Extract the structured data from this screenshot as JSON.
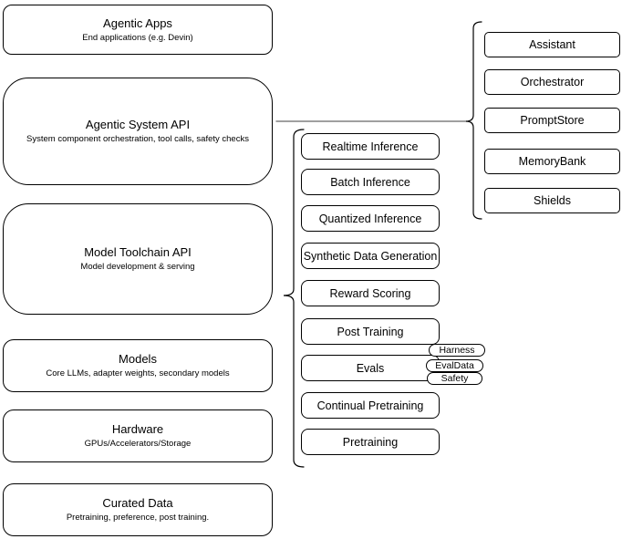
{
  "layers": [
    {
      "title": "Agentic Apps",
      "subtitle": "End applications (e.g. Devin)"
    },
    {
      "title": "Agentic System API",
      "subtitle": "System component orchestration, tool calls, safety checks"
    },
    {
      "title": "Model Toolchain API",
      "subtitle": "Model development & serving"
    },
    {
      "title": "Models",
      "subtitle": "Core LLMs, adapter weights, secondary models"
    },
    {
      "title": "Hardware",
      "subtitle": "GPUs/Accelerators/Storage"
    },
    {
      "title": "Curated Data",
      "subtitle": "Pretraining, preference, post training."
    }
  ],
  "toolchain_services": [
    "Realtime Inference",
    "Batch Inference",
    "Quantized Inference",
    "Synthetic Data Generation",
    "Reward Scoring",
    "Post Training",
    "Evals",
    "Continual Pretraining",
    "Pretraining"
  ],
  "eval_tags": [
    "Harness",
    "EvalData",
    "Safety"
  ],
  "system_components": [
    "Assistant",
    "Orchestrator",
    "PromptStore",
    "MemoryBank",
    "Shields"
  ],
  "colors": {
    "stroke": "#000000",
    "connector": "#808080",
    "background": "#ffffff",
    "text": "#000000"
  }
}
